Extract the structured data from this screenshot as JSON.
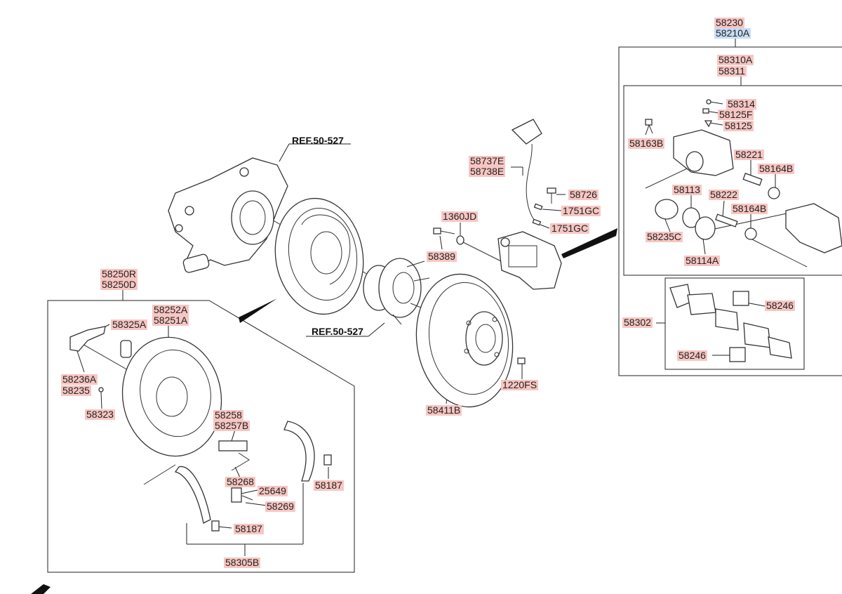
{
  "references": {
    "ref_top": "REF.50-527",
    "ref_mid": "REF.50-527"
  },
  "labels": {
    "p58230": "58230",
    "p58210A": "58210A",
    "p58310A": "58310A",
    "p58311": "58311",
    "p58314": "58314",
    "p58125F": "58125F",
    "p58125": "58125",
    "p58163B": "58163B",
    "p58221": "58221",
    "p58164B_a": "58164B",
    "p58113": "58113",
    "p58222": "58222",
    "p58164B_b": "58164B",
    "p58235C": "58235C",
    "p58114A": "58114A",
    "p58302": "58302",
    "p58246_a": "58246",
    "p58246_b": "58246",
    "p58737E": "58737E",
    "p58738E": "58738E",
    "p58726": "58726",
    "p1751GC_a": "1751GC",
    "p1751GC_b": "1751GC",
    "p1360JD": "1360JD",
    "p58389": "58389",
    "p1220FS": "1220FS",
    "p58411B": "58411B",
    "p58250R": "58250R",
    "p58250D": "58250D",
    "p58252A": "58252A",
    "p58251A": "58251A",
    "p58325A": "58325A",
    "p58236A": "58236A",
    "p58235": "58235",
    "p58323": "58323",
    "p58258": "58258",
    "p58257B": "58257B",
    "p58268": "58268",
    "p25649": "25649",
    "p58269": "58269",
    "p58187_a": "58187",
    "p58187_b": "58187",
    "p58305B": "58305B"
  },
  "colors": {
    "label_highlight": "#f7c6c2",
    "selected_highlight": "#c7dcf6",
    "line": "#222222"
  },
  "icons": {
    "corner_arrow": "back-arrow-icon"
  }
}
